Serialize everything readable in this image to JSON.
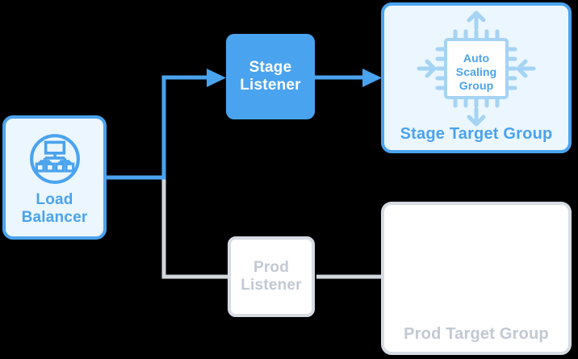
{
  "colors": {
    "blue": "#4aa3ee",
    "light_blue_fill": "#ebf6fe",
    "pale_blue": "#a5d3f4",
    "gray_border": "#d7dce3",
    "gray_text": "#c2c9d4",
    "gray_line": "#d2d7de",
    "background": "#000000"
  },
  "nodes": {
    "load_balancer": {
      "label": "Load Balancer",
      "state": "active"
    },
    "stage_listener": {
      "label": "Stage Listener",
      "state": "active"
    },
    "prod_listener": {
      "label": "Prod Listener",
      "state": "inactive"
    },
    "stage_target_group": {
      "label": "Stage Target Group",
      "state": "active",
      "auto_scaling_group": {
        "label": "Auto Scaling Group"
      }
    },
    "prod_target_group": {
      "label": "Prod Target Group",
      "state": "inactive"
    }
  },
  "icons": {
    "load_balancer": "load-balancer-icon",
    "auto_scaling_group": "cpu-chip-icon",
    "scaling_arrows": [
      "arrow-up-icon",
      "arrow-down-icon",
      "arrow-inward-left-icon",
      "arrow-inward-right-icon"
    ]
  },
  "connectors": [
    {
      "from": "load_balancer",
      "to": "stage_listener",
      "style": "blue-arrow"
    },
    {
      "from": "stage_listener",
      "to": "stage_target_group",
      "style": "blue-arrow"
    },
    {
      "from": "load_balancer",
      "to": "prod_listener",
      "style": "gray-line"
    },
    {
      "from": "prod_listener",
      "to": "prod_target_group",
      "style": "gray-line"
    }
  ]
}
